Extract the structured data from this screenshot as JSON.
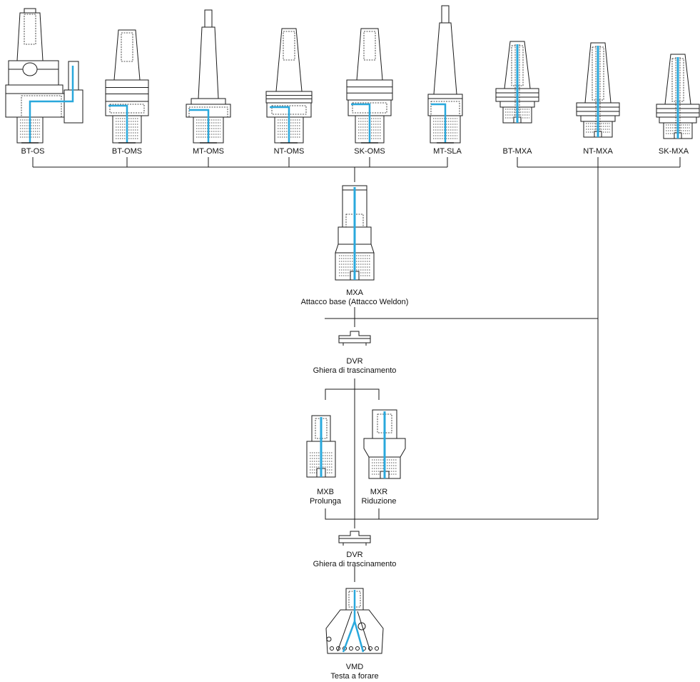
{
  "top_tools": [
    {
      "code": "BT-OS"
    },
    {
      "code": "BT-OMS"
    },
    {
      "code": "MT-OMS"
    },
    {
      "code": "NT-OMS"
    },
    {
      "code": "SK-OMS"
    },
    {
      "code": "MT-SLA"
    },
    {
      "code": "BT-MXA"
    },
    {
      "code": "NT-MXA"
    },
    {
      "code": "SK-MXA"
    }
  ],
  "mxa": {
    "code": "MXA",
    "desc": "Attacco base (Attacco Weldon)"
  },
  "dvr1": {
    "code": "DVR",
    "desc": "Ghiera di trascinamento"
  },
  "mxb": {
    "code": "MXB",
    "desc": "Prolunga"
  },
  "mxr": {
    "code": "MXR",
    "desc": "Riduzione"
  },
  "dvr2": {
    "code": "DVR",
    "desc": "Ghiera di trascinamento"
  },
  "vmd": {
    "code": "VMD",
    "desc": "Testa a forare"
  },
  "colors": {
    "line": "#1a1a1a",
    "coolant": "#29a8dc",
    "fill": "#ffffff"
  }
}
